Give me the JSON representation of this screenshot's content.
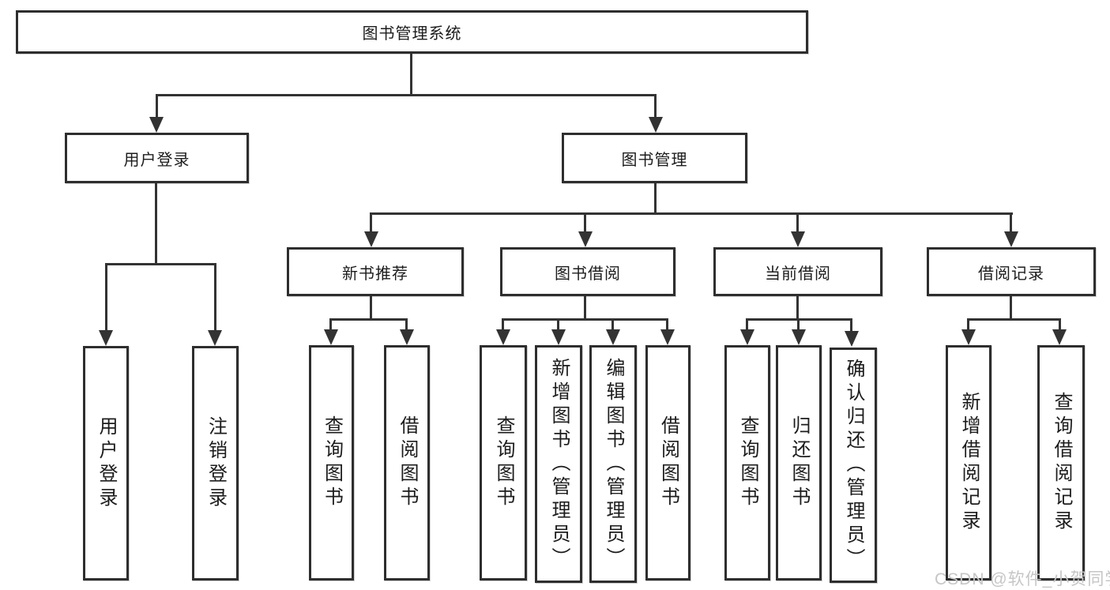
{
  "tree": {
    "root": {
      "label": "图书管理系统"
    },
    "level2": [
      {
        "label": "用户登录"
      },
      {
        "label": "图书管理"
      }
    ],
    "level3": [
      {
        "label": "新书推荐"
      },
      {
        "label": "图书借阅"
      },
      {
        "label": "当前借阅"
      },
      {
        "label": "借阅记录"
      }
    ],
    "leaves": {
      "user_login": [
        {
          "label": "用户登录"
        },
        {
          "label": "注销登录"
        }
      ],
      "new_book": [
        {
          "label": "查询图书"
        },
        {
          "label": "借阅图书"
        }
      ],
      "borrow": [
        {
          "label": "查询图书"
        },
        {
          "label": "新增图书（管理员）"
        },
        {
          "label": "编辑图书（管理员）"
        },
        {
          "label": "借阅图书"
        }
      ],
      "current": [
        {
          "label": "查询图书"
        },
        {
          "label": "归还图书"
        },
        {
          "label": "确认归还（管理员）"
        }
      ],
      "records": [
        {
          "label": "新增借阅记录"
        },
        {
          "label": "查询借阅记录"
        }
      ]
    }
  },
  "watermark": {
    "text": "CSDN @软件_小贺同学",
    "color": "#c6c6c6"
  },
  "colors": {
    "line": "#333333",
    "box_border": "#2e2e2e",
    "text": "#1c1c1c",
    "background": "#ffffff"
  }
}
